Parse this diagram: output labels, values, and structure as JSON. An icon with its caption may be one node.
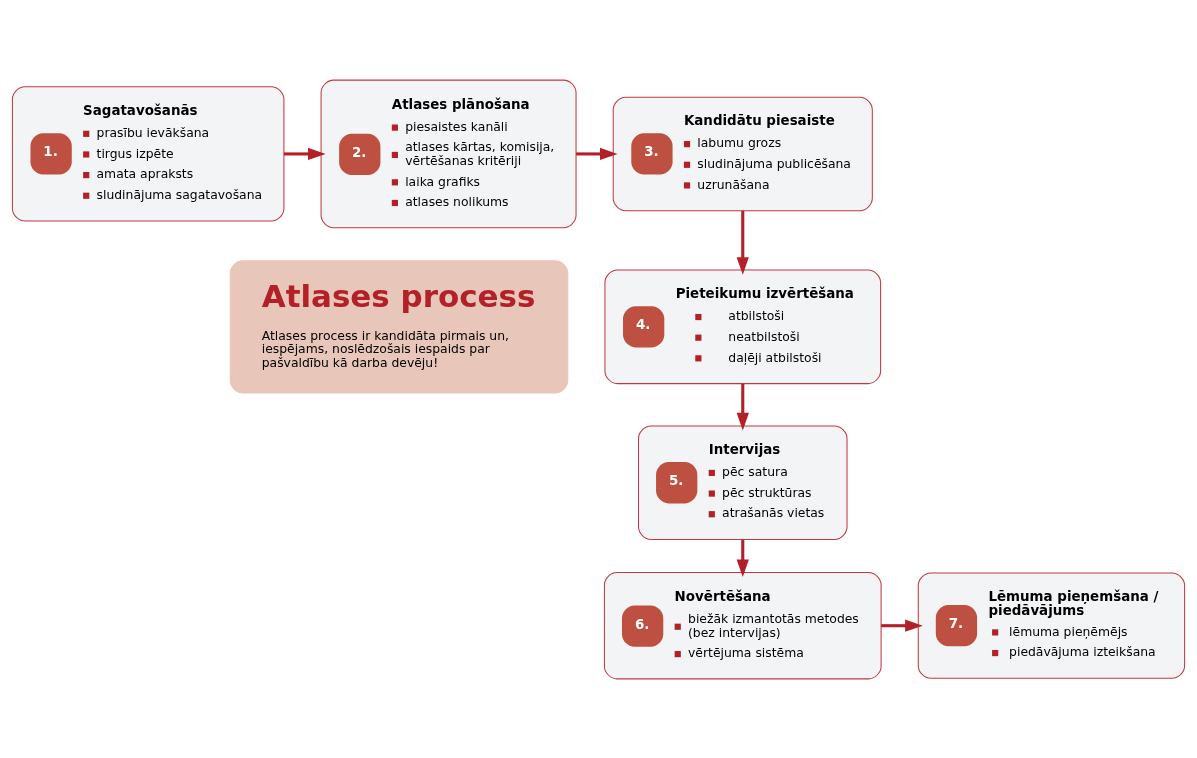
{
  "diagram": {
    "nodes": [
      {
        "text": [
          "1.",
          "Sagatavošanās",
          "prasību ievākšana",
          "tirgus izpēte",
          "amata apraksts",
          "sludinājuma sagatavošana"
        ]
      },
      {
        "text": [
          "2.",
          "Atlases plānošana",
          "piesaistes kanāli",
          "atlases kārtas, komisija, vērtēšanas kritēriji",
          "laika grafiks",
          "atlases nolikums"
        ]
      },
      {
        "text": [
          "3.",
          "Kandidātu piesaiste",
          "labumu grozs",
          "sludinājuma publicēšana",
          "uzrunāšana"
        ]
      },
      {
        "text": [
          "4.",
          "Pieteikumu izvērtēšana",
          "atbilstoši",
          "neatbilstoši",
          "daļēji atbilstoši"
        ]
      },
      {
        "text": [
          "5.",
          "Intervijas",
          "pēc satura",
          "pēc struktūras",
          "atrašanās vietas"
        ]
      },
      {
        "text": [
          "6.",
          "Novērtēšana",
          "biežāk izmantotās metodes (bez intervijas)",
          "vērtējuma sistēma"
        ]
      },
      {
        "text": [
          "7.",
          "Lēmuma pieņemšana / piedāvājums",
          "lēmuma pieņēmējs",
          "piedāvājuma izteikšana"
        ]
      },
      {
        "text": [
          "Atlases process",
          "Atlases process ir kandidāta pirmais un, iespējams, noslēdzošais iespaids par pašvaldību kā darba devēju!"
        ]
      }
    ],
    "edges": [
      {
        "from": 0,
        "to": 1,
        "arrow": "to"
      },
      {
        "from": 1,
        "to": 2,
        "arrow": "to"
      },
      {
        "from": 2,
        "to": 3,
        "arrow": "to"
      },
      {
        "from": 3,
        "to": 4,
        "arrow": "to"
      },
      {
        "from": 4,
        "to": 5,
        "arrow": "to"
      },
      {
        "from": 5,
        "to": 6,
        "arrow": "to"
      }
    ]
  }
}
